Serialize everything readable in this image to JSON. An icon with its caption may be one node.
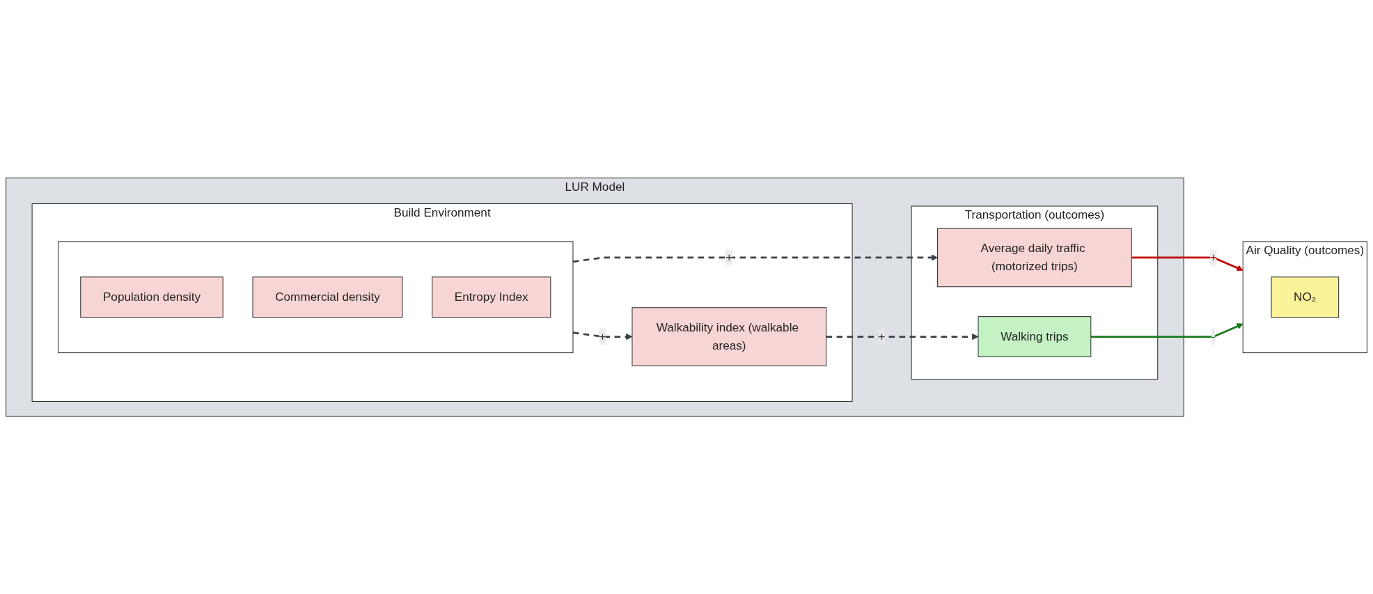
{
  "diagram": {
    "nodes": [
      {
        "text": [
          "LUR Model"
        ]
      },
      {
        "text": [
          "Build Environment"
        ],
        "in": 0
      },
      {
        "text": [],
        "shape": "box",
        "in": 1
      },
      {
        "text": [
          "Population density"
        ],
        "in": 2
      },
      {
        "text": [
          "Commercial density"
        ],
        "in": 2
      },
      {
        "text": [
          "Entropy Index"
        ],
        "in": 2
      },
      {
        "text": [
          "Walkability index (walkable areas)"
        ],
        "in": 1
      },
      {
        "text": [
          "Transportation (outcomes)"
        ],
        "in": 0
      },
      {
        "text": [
          "Average daily traffic (motorized trips)"
        ],
        "in": 7
      },
      {
        "text": [
          "Walking trips"
        ],
        "in": 7
      },
      {
        "text": [
          "Air Quality (outcomes)"
        ]
      },
      {
        "text": [
          "NO₂"
        ],
        "in": 10
      }
    ],
    "edges": [
      {
        "from": 2,
        "to": 8,
        "arrow": "to",
        "label": "+",
        "style": "dashed"
      },
      {
        "from": 2,
        "to": 6,
        "arrow": "to",
        "label": "+",
        "style": "dashed"
      },
      {
        "from": 6,
        "to": 9,
        "arrow": "to",
        "label": "+",
        "style": "dashed"
      },
      {
        "from": 8,
        "to": 10,
        "arrow": "to",
        "label": "+",
        "color": "#c00000"
      },
      {
        "from": 9,
        "to": 10,
        "arrow": "to",
        "label": "-",
        "color": "#1a7a1a"
      }
    ]
  }
}
